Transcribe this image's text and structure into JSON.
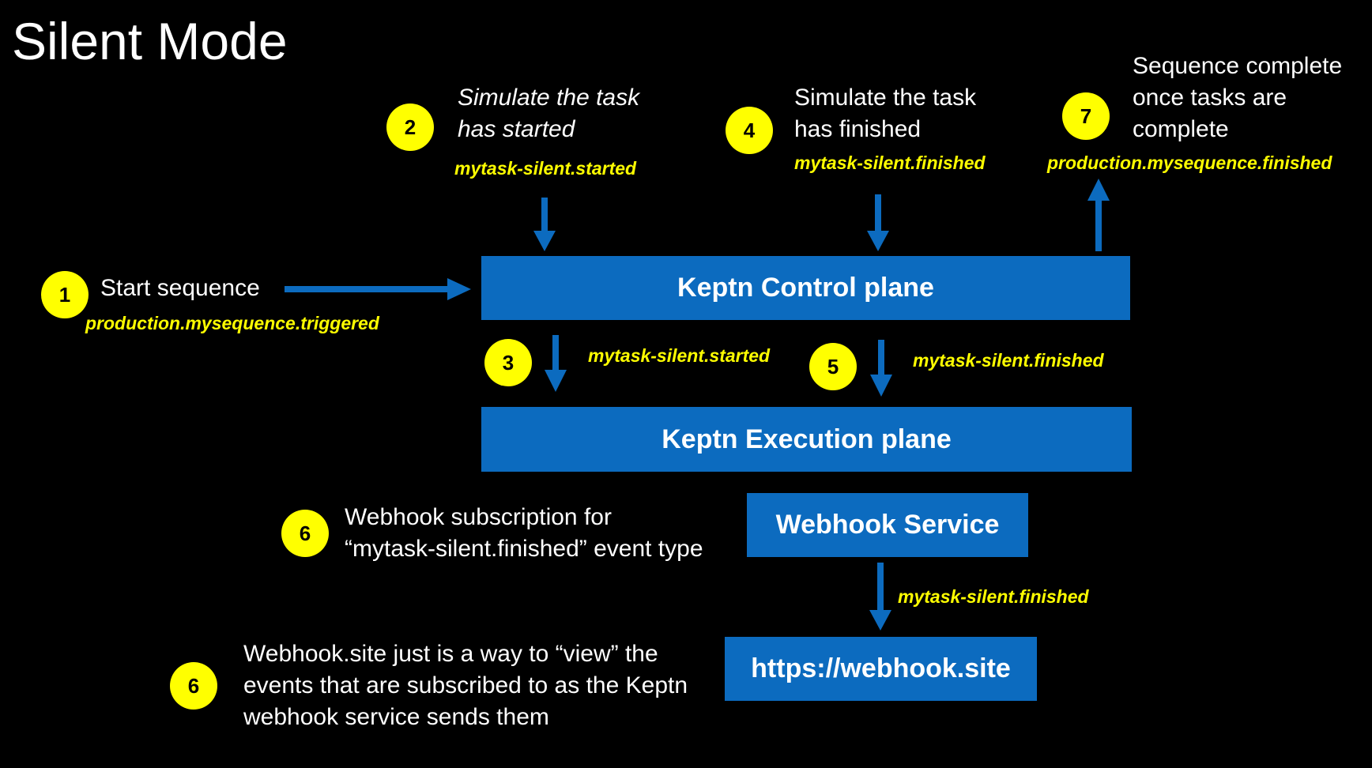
{
  "title": "Silent Mode",
  "colors": {
    "background": "#000000",
    "box": "#0c6bbf",
    "event_text": "#ffff00",
    "badge": "#ffff00",
    "arrow": "#0c6bbf"
  },
  "steps": {
    "s1": {
      "badge": "1",
      "label": "Start sequence",
      "event": "production.mysequence.triggered"
    },
    "s2": {
      "badge": "2",
      "line1": "Simulate the task",
      "line2": "has started",
      "event": "mytask-silent.started"
    },
    "s3": {
      "badge": "3",
      "event": "mytask-silent.started"
    },
    "s4": {
      "badge": "4",
      "line1": "Simulate the task",
      "line2": "has finished",
      "event": "mytask-silent.finished"
    },
    "s5": {
      "badge": "5",
      "event": "mytask-silent.finished"
    },
    "s6a": {
      "badge": "6",
      "line1": "Webhook subscription for",
      "line2": "“mytask-silent.finished” event type"
    },
    "s6b": {
      "badge": "6",
      "line1": "Webhook.site just is a way to “view” the",
      "line2": "events that are subscribed to as the Keptn",
      "line3": "webhook service sends them"
    },
    "s7": {
      "badge": "7",
      "line1": "Sequence complete",
      "line2": "once tasks are",
      "line3": "complete",
      "event": "production.mysequence.finished"
    }
  },
  "boxes": {
    "control_plane": "Keptn Control plane",
    "execution_plane": "Keptn Execution plane",
    "webhook_service": "Webhook Service",
    "webhook_site": "https://webhook.site"
  },
  "webhook_event": "mytask-silent.finished"
}
